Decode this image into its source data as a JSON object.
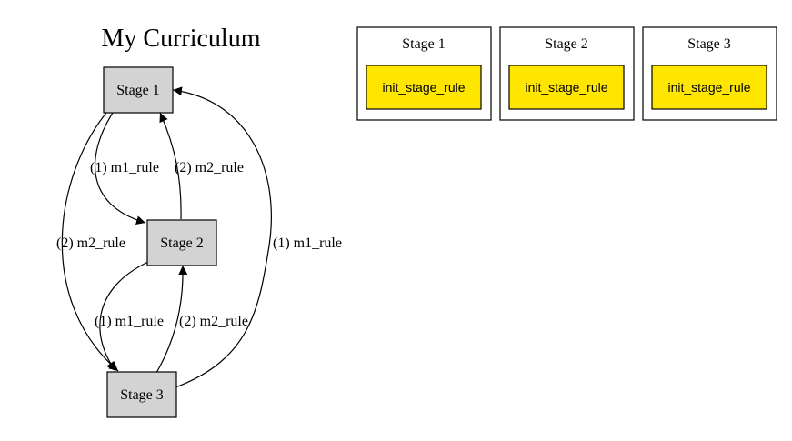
{
  "title": "My Curriculum",
  "colors": {
    "node_fill": "#d3d3d3",
    "rule_fill": "#ffe600",
    "stroke": "#000000"
  },
  "nodes": [
    {
      "id": "stage1",
      "label": "Stage 1"
    },
    {
      "id": "stage2",
      "label": "Stage 2"
    },
    {
      "id": "stage3",
      "label": "Stage 3"
    }
  ],
  "edges": [
    {
      "from": "stage1",
      "to": "stage2",
      "label": "(1) m1_rule"
    },
    {
      "from": "stage2",
      "to": "stage1",
      "label": "(2) m2_rule"
    },
    {
      "from": "stage1",
      "to": "stage3",
      "label": "(2) m2_rule"
    },
    {
      "from": "stage3",
      "to": "stage1",
      "label": "(1) m1_rule"
    },
    {
      "from": "stage2",
      "to": "stage3",
      "label": "(1) m1_rule"
    },
    {
      "from": "stage3",
      "to": "stage2",
      "label": "(2) m2_rule"
    }
  ],
  "stage_panels": [
    {
      "title": "Stage 1",
      "rule": "init_stage_rule"
    },
    {
      "title": "Stage 2",
      "rule": "init_stage_rule"
    },
    {
      "title": "Stage 3",
      "rule": "init_stage_rule"
    }
  ]
}
